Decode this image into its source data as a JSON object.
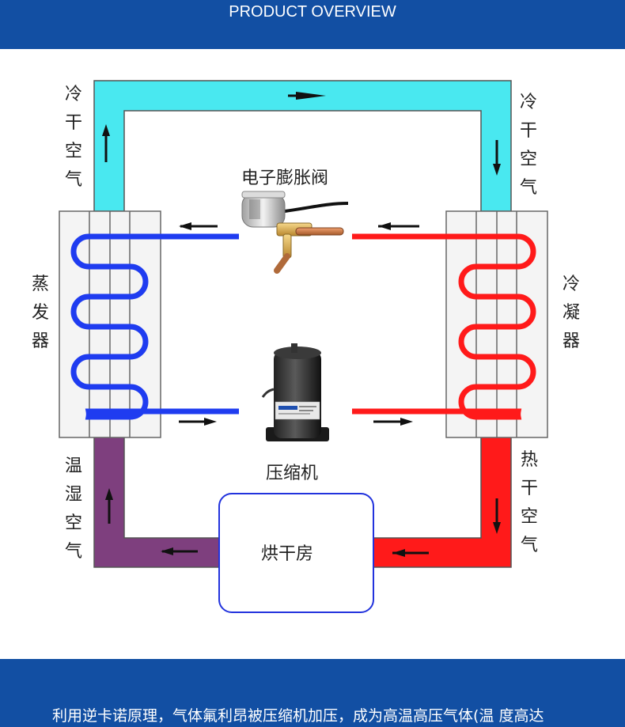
{
  "header": {
    "title": "PRODUCT OVERVIEW"
  },
  "labels": {
    "cold_air_left": "冷干空气",
    "cold_air_right": "冷干空气",
    "evaporator": "蒸发器",
    "condenser": "冷凝器",
    "expansion_valve": "电子膨胀阀",
    "compressor": "压缩机",
    "humid_air": "温湿空气",
    "hot_air": "热干空气",
    "drying_room": "烘干房"
  },
  "footer": {
    "text": "利用逆卡诺原理，气体氟利昂被压缩机加压，成为高温高压气体(温 度高达"
  },
  "colors": {
    "brand": "#124fa3",
    "cold_duct": "#49e8f0",
    "humid_duct": "#7e3f7e",
    "hot_duct": "#ff1a1a",
    "cold_pipe": "#1f3cf0",
    "hot_pipe": "#ff1a1a"
  }
}
